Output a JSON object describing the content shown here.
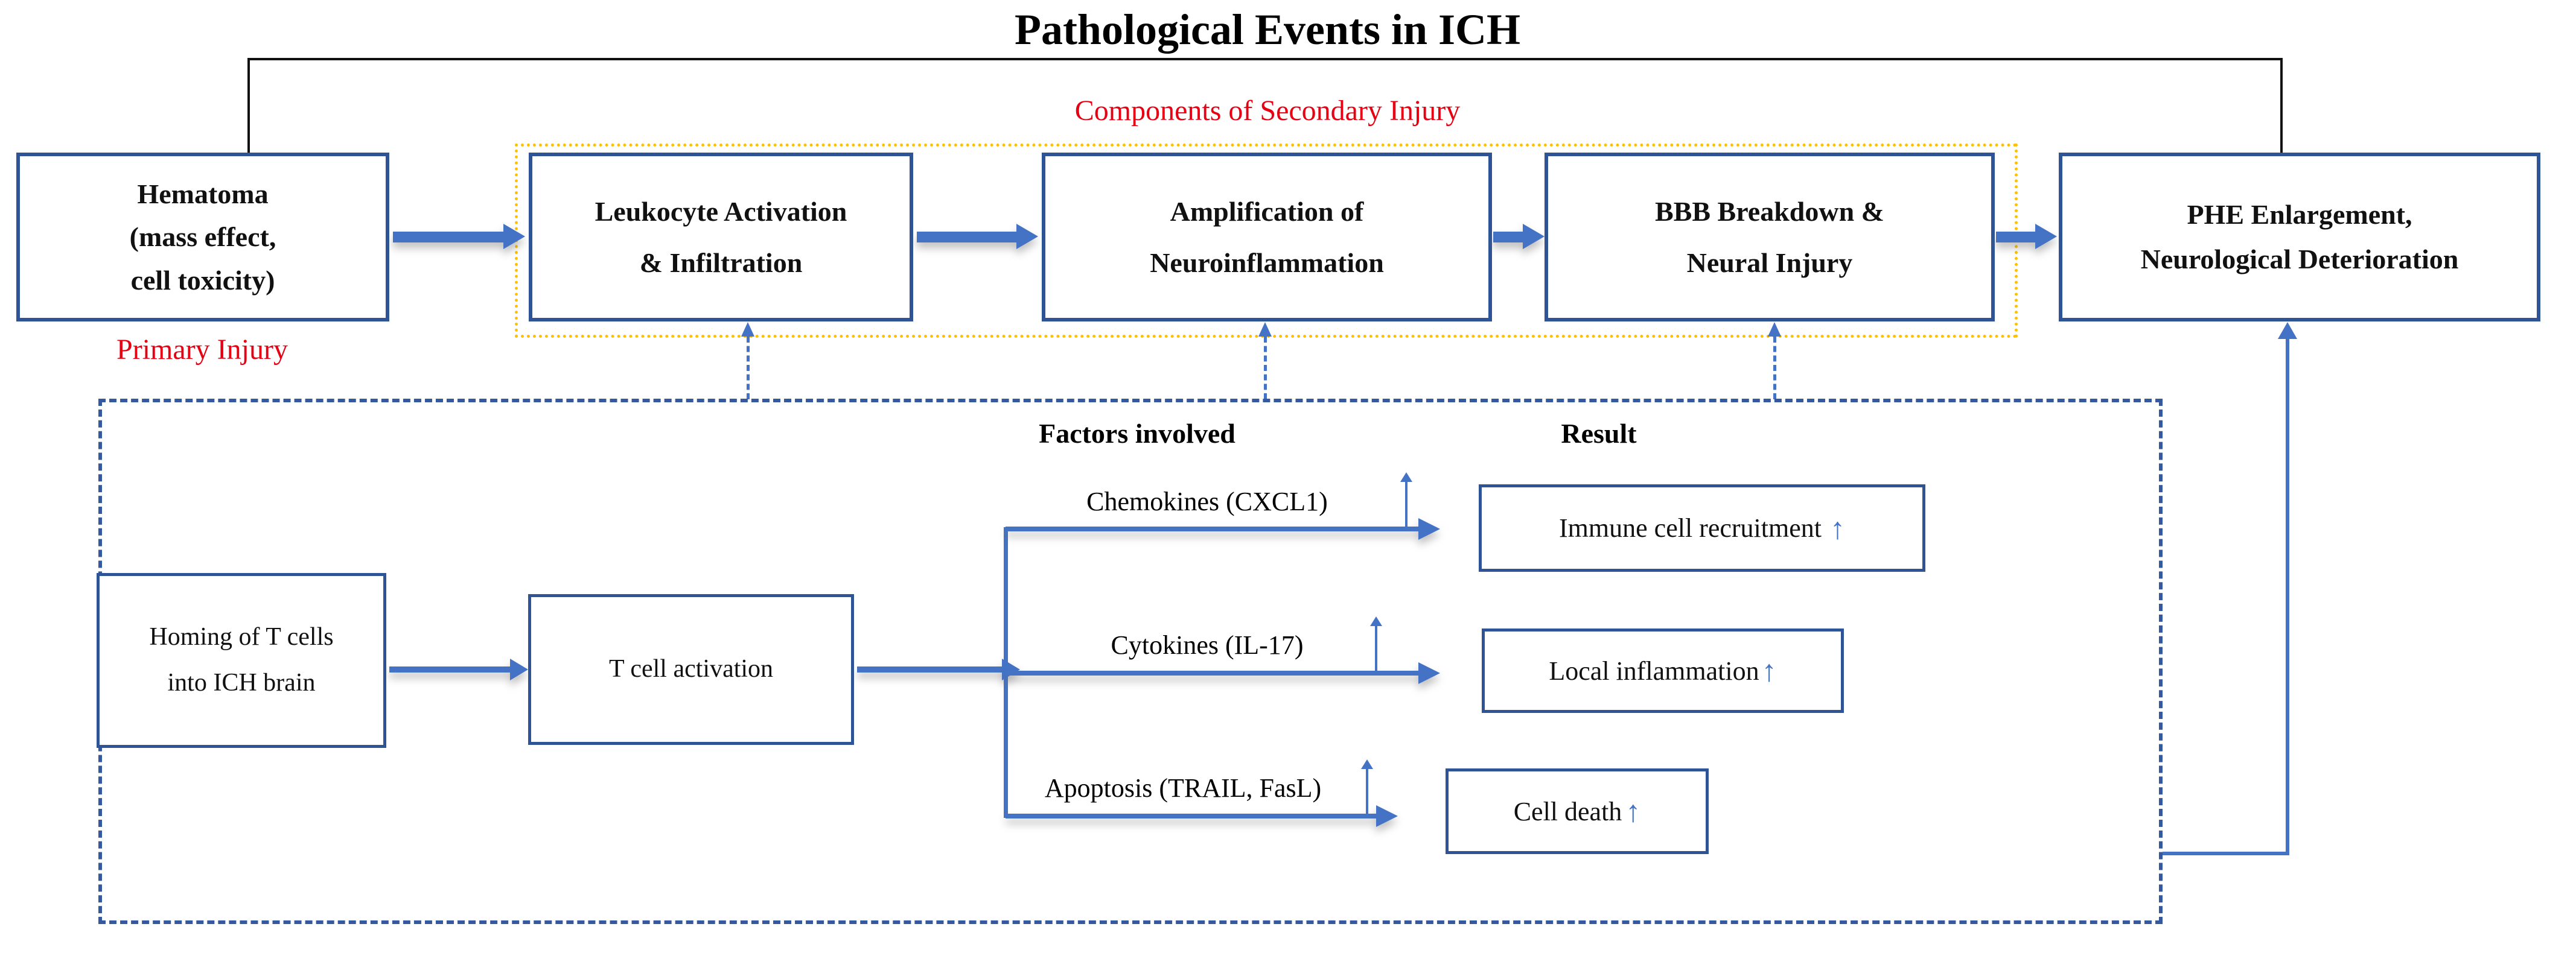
{
  "diagram": {
    "title": "Pathological Events in ICH",
    "labels": {
      "secondary_injury": "Components of Secondary Injury",
      "primary_injury": "Primary Injury",
      "factors_involved": "Factors involved",
      "result": "Result"
    },
    "top_row": {
      "boxes": [
        {
          "id": "hematoma",
          "lines": [
            "Hematoma",
            "(mass effect,",
            "cell toxicity)"
          ]
        },
        {
          "id": "leukocyte",
          "lines": [
            "Leukocyte Activation",
            "& Infiltration"
          ]
        },
        {
          "id": "amplification",
          "lines": [
            "Amplification of",
            "Neuroinflammation"
          ]
        },
        {
          "id": "bbb",
          "lines": [
            "BBB Breakdown &",
            "Neural Injury"
          ]
        },
        {
          "id": "phe",
          "lines": [
            "PHE Enlargement,",
            "Neurological Deterioration"
          ]
        }
      ]
    },
    "pathway": {
      "homing": {
        "lines": [
          "Homing of T cells",
          "into ICH brain"
        ]
      },
      "t_cell_activation": "T cell activation",
      "factors": [
        "Chemokines (CXCL1)",
        "Cytokines (IL-17)",
        "Apoptosis (TRAIL, FasL)"
      ],
      "results": [
        "Immune cell recruitment",
        "Local inflammation",
        "Cell death"
      ]
    },
    "glyphs": {
      "up_arrow": "↑"
    },
    "colors": {
      "box_border": "#2e5496",
      "arrow_blue": "#4472c4",
      "dashed_border": "#35599e",
      "yellow_dotted": "#ffc000",
      "red_text": "#e60012",
      "black_line": "#111111"
    }
  }
}
